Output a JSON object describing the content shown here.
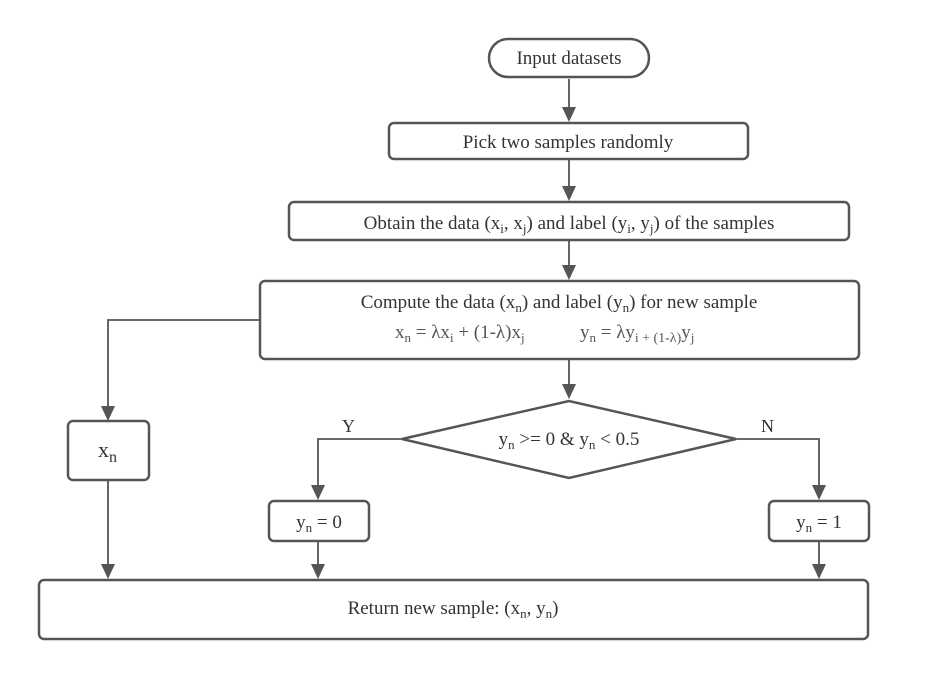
{
  "nodes": {
    "input": {
      "label": "Input datasets"
    },
    "pick": {
      "label": "Pick two samples randomly"
    },
    "obtain": {
      "prefix": "Obtain the data (x",
      "sub_i": "i",
      "mid1": ", x",
      "sub_j": "j",
      "mid2": ") and label (y",
      "sub_i2": "i",
      "mid3": ", y",
      "sub_j2": "j",
      "suffix": ") of the samples"
    },
    "compute": {
      "line1_prefix": "Compute the data (x",
      "line1_sub_n": "n",
      "line1_mid": ") and label (y",
      "line1_sub_n2": "n",
      "line1_suffix": ") for new sample",
      "formula_x": {
        "base": "x",
        "sub_n": "n",
        "eq": " = λx",
        "sub_i": "i",
        "plus": " + (1-λ)x",
        "sub_j": "j"
      },
      "formula_y": {
        "base": "y",
        "sub_n": "n",
        "eq": " = λy",
        "sub_i": "i",
        "plus": " + (1-λ)",
        "y2": "y",
        "sub_j": "j"
      }
    },
    "xn_box": {
      "base": "x",
      "sub": "n"
    },
    "decision": {
      "y1": "y",
      "sub1": "n",
      "mid": " >= 0 & y",
      "sub2": "n",
      "suffix": " < 0.5"
    },
    "yn0": {
      "base": "y",
      "sub": "n",
      "suffix": " = 0"
    },
    "yn1": {
      "base": "y",
      "sub": "n",
      "suffix": " = 1"
    },
    "return": {
      "prefix": "Return new sample: (x",
      "sub1": "n",
      "mid": ", y",
      "sub2": "n",
      "suffix": ")"
    }
  },
  "edges": {
    "yes_label": "Y",
    "no_label": "N"
  },
  "colors": {
    "stroke": "#555555",
    "text": "#333333",
    "formula_text": "#555555",
    "background": "#ffffff"
  }
}
